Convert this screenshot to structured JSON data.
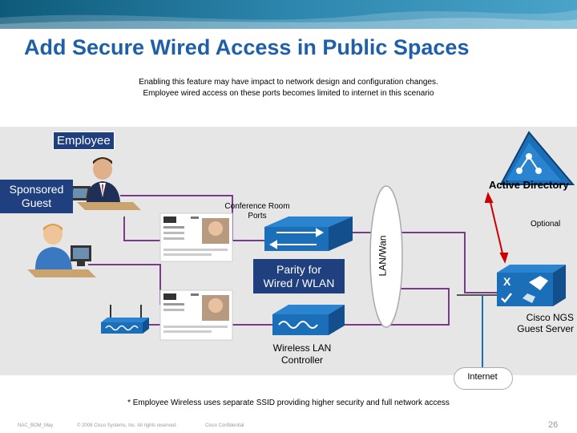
{
  "title": "Add Secure Wired Access in Public Spaces",
  "subtitle": {
    "line1": "Enabling this feature may have impact to network design and configuration changes.",
    "line2": "Employee wired access on these ports becomes limited to internet in this scenario"
  },
  "labels": {
    "employee": "Employee",
    "sponsored_line1": "Sponsored",
    "sponsored_line2": "Guest",
    "conference_line1": "Conference Room",
    "conference_line2": "Ports",
    "parity_line1": "Parity for",
    "parity_line2": "Wired / WLAN",
    "lanwan": "LAN/Wan",
    "active_directory": "Active Directory",
    "optional": "Optional",
    "ngs_line1": "Cisco NGS",
    "ngs_line2": "Guest Server",
    "wlc_line1": "Wireless LAN",
    "wlc_line2": "Controller",
    "internet": "Internet",
    "ngs_mark": "X"
  },
  "note": "* Employee Wireless uses separate SSID providing higher security and full network access",
  "footer": {
    "left": "NAC_BOM_May",
    "copyright": "© 2008 Cisco Systems, Inc. All rights reserved.",
    "confidential": "Cisco Confidential",
    "page": "26"
  },
  "colors": {
    "title": "#1f5fa8",
    "label_box": "#1f3f7f",
    "device_blue": "#1b6fb8",
    "link_purple": "#7a3a8a",
    "band_dark": "#0e5a7a",
    "band_light": "#4aa3c8"
  }
}
